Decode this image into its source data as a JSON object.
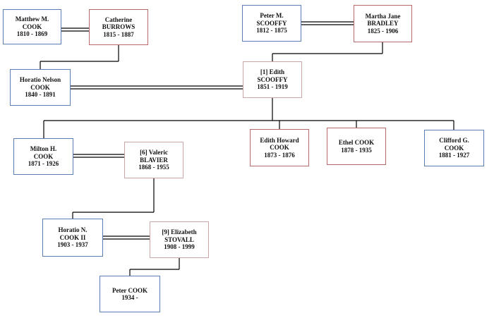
{
  "people": [
    {
      "id": "matthew",
      "name": "Matthew M.\nCOOK",
      "dates": "1810 - 1869",
      "sex": "male"
    },
    {
      "id": "catherine",
      "name": "Catherine\nBURROWS",
      "dates": "1815 - 1887",
      "sex": "female"
    },
    {
      "id": "peter_m",
      "name": "Peter M.\nSCOOFFY",
      "dates": "1812 - 1875",
      "sex": "male"
    },
    {
      "id": "martha",
      "name": "Martha Jane\nBRADLEY",
      "dates": "1825 - 1906",
      "sex": "female"
    },
    {
      "id": "horatio",
      "name": "Horatio Nelson\nCOOK",
      "dates": "1840 - 1891",
      "sex": "male"
    },
    {
      "id": "edith",
      "name": "[1] Edith\nSCOOFFY",
      "dates": "1851 - 1919",
      "sex": "female"
    },
    {
      "id": "milton",
      "name": "Milton H.\nCOOK",
      "dates": "1871 - 1926",
      "sex": "male"
    },
    {
      "id": "valerie",
      "name": "[6] Valeric\nBLAVIER",
      "dates": "1868 - 1955",
      "sex": "female"
    },
    {
      "id": "edith_h",
      "name": "Edith Howard\nCOOK",
      "dates": "1873 - 1876",
      "sex": "female"
    },
    {
      "id": "ethel",
      "name": "Ethel COOK",
      "dates": "1878 - 1935",
      "sex": "female"
    },
    {
      "id": "clifford",
      "name": "Clifford G.\nCOOK",
      "dates": "1881 - 1927",
      "sex": "male"
    },
    {
      "id": "horatio2",
      "name": "Horatio N.\nCOOK II",
      "dates": "1903 - 1937",
      "sex": "male"
    },
    {
      "id": "elizabeth",
      "name": "[9] Elizabeth\nSTOVALL",
      "dates": "1908 - 1999",
      "sex": "female"
    },
    {
      "id": "peter_c",
      "name": "Peter COOK",
      "dates": "1934 -",
      "sex": "male"
    }
  ],
  "colors": {
    "male_border": "#5b7fb3",
    "female_border": "#b56b6b",
    "line": "#000000"
  }
}
